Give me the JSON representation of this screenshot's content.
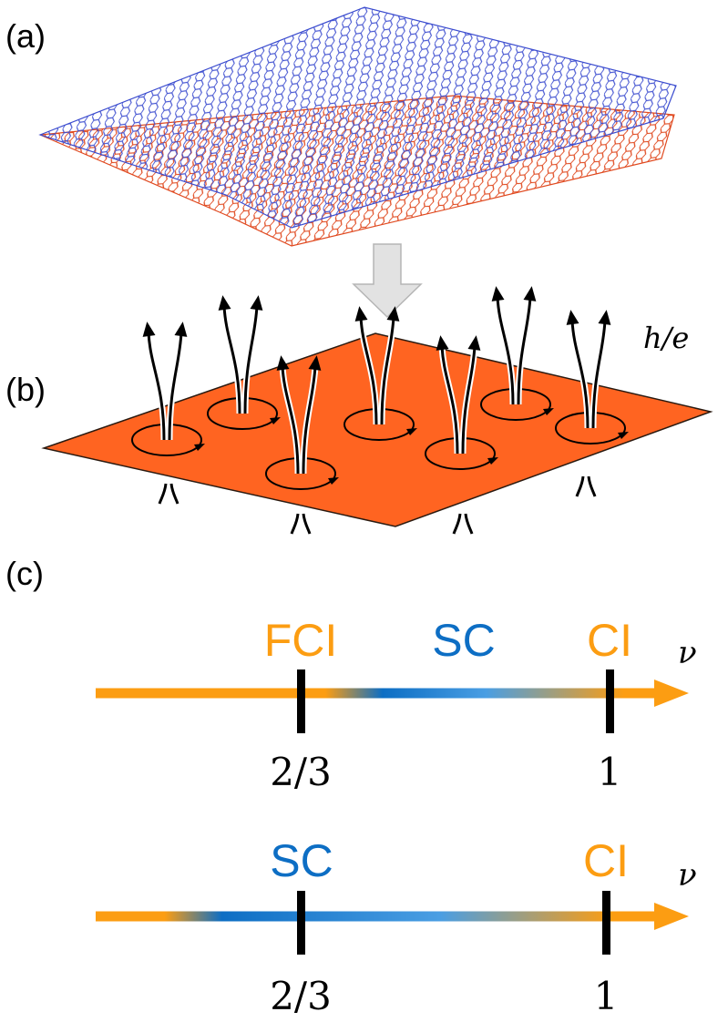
{
  "panels": {
    "a": {
      "label": "(a)"
    },
    "b": {
      "label": "(b)",
      "flux_label": "h/e"
    },
    "c": {
      "label": "(c)"
    }
  },
  "colors": {
    "orange": "#fc9d12",
    "blue": "#0d6ec4",
    "light_blue": "#4a9ee3",
    "sheet": "#ff6421",
    "lattice_top": "#3b4ccf",
    "lattice_bottom": "#e0491f",
    "arrow_fill": "#e2e2e2"
  },
  "axis_symbol": "ν",
  "timelines": [
    {
      "phases": [
        {
          "name": "FCI",
          "color": "#fc9d12"
        },
        {
          "name": "SC",
          "color": "#0d6ec4"
        },
        {
          "name": "CI",
          "color": "#fc9d12"
        }
      ],
      "ticks": [
        "2/3",
        "1"
      ]
    },
    {
      "phases": [
        {
          "name": "SC",
          "color": "#0d6ec4"
        },
        {
          "name": "CI",
          "color": "#fc9d12"
        }
      ],
      "ticks": [
        "2/3",
        "1"
      ]
    }
  ]
}
